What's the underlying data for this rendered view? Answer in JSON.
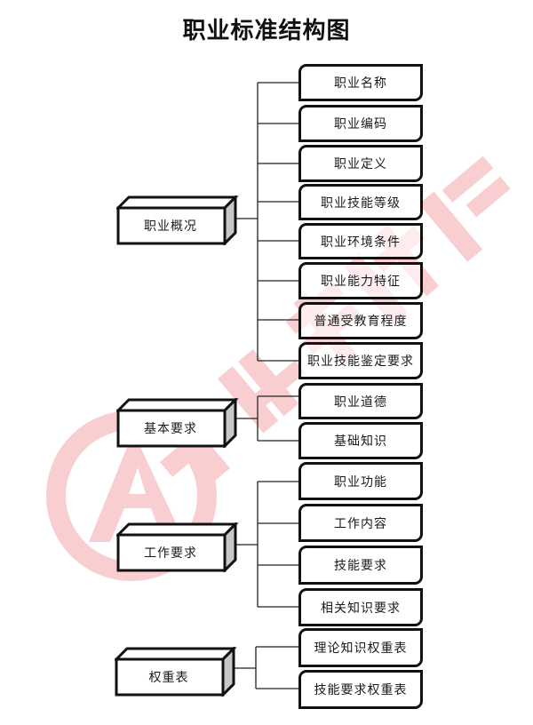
{
  "title": "职业标准结构图",
  "watermark": {
    "text": "中华考试网校",
    "color": "#e8505a",
    "logo_icon": "circle-a-logo"
  },
  "categories": [
    {
      "label": "职业概况",
      "children": [
        "职业名称",
        "职业编码",
        "职业定义",
        "职业技能等级",
        "职业环境条件",
        "职业能力特征",
        "普通受教育程度",
        "职业技能鉴定要求"
      ]
    },
    {
      "label": "基本要求",
      "children": [
        "职业道德",
        "基础知识"
      ]
    },
    {
      "label": "工作要求",
      "children": [
        "职业功能",
        "工作内容",
        "技能要求",
        "相关知识要求"
      ]
    },
    {
      "label": "权重表",
      "children": [
        "理论知识权重表",
        "技能要求权重表"
      ]
    }
  ]
}
